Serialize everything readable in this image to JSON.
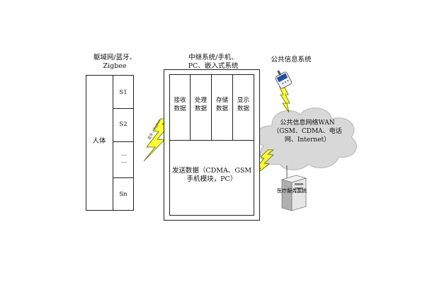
{
  "body_area": {
    "title_lines": [
      "躯域网/蓝牙、",
      "Zigbee"
    ],
    "human_label": "人体",
    "sensors": [
      "S1",
      "S2",
      "……",
      "Sn"
    ]
  },
  "link_label": "蓝牙、Zigbee",
  "relay": {
    "title_lines": [
      "中继系统/手机、",
      "PC、嵌入式系统"
    ],
    "modules": [
      {
        "line1": "接收",
        "line2": "数据"
      },
      {
        "line1": "处理",
        "line2": "数据"
      },
      {
        "line1": "存储",
        "line2": "数据"
      },
      {
        "line1": "显示",
        "line2": "数据"
      }
    ],
    "send_lines": [
      "发送数据（CDMA、GSM",
      "手机模块，PC）"
    ]
  },
  "public_info_label": "公共信息系统",
  "wan": {
    "lines": [
      "公共信息网络WAN",
      "（GSM、CDMA、电话",
      "网、Internet）"
    ]
  },
  "server_label": "医疗服务系统",
  "colors": {
    "bolt_fill": "#ffff33",
    "bolt_stroke": "#556b00",
    "cloud_fill": "#d8d8d8",
    "server_body": "#e6e6e6",
    "phone_accent": "#1e4fa8"
  }
}
